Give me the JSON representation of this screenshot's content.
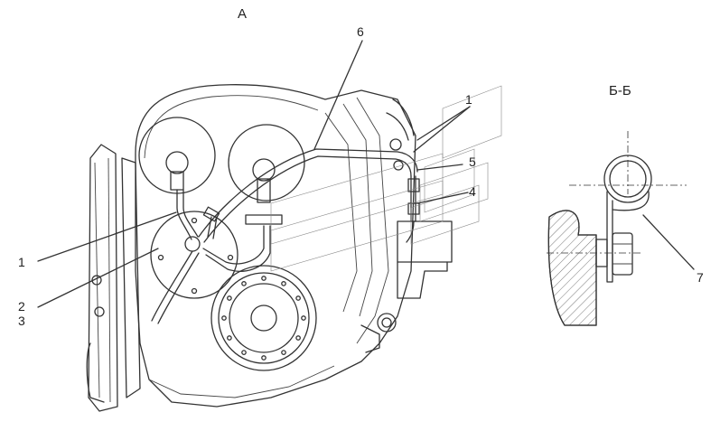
{
  "view_labels": {
    "main_view": "А",
    "section_view": "Б-Б"
  },
  "callouts": [
    {
      "id": "c6",
      "text": "6"
    },
    {
      "id": "c1a",
      "text": "1"
    },
    {
      "id": "c5",
      "text": "5"
    },
    {
      "id": "c4",
      "text": "4"
    },
    {
      "id": "c1b",
      "text": "1"
    },
    {
      "id": "c2",
      "text": "2"
    },
    {
      "id": "c3",
      "text": "3"
    },
    {
      "id": "c7",
      "text": "7"
    }
  ],
  "colors": {
    "line": "#333333",
    "shade": "#d8d8d8",
    "background": "#ffffff"
  }
}
